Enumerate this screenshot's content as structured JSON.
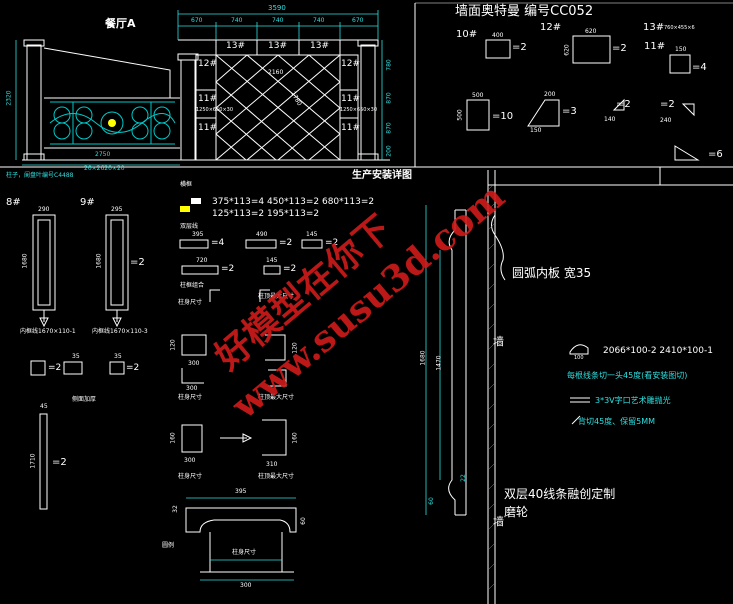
{
  "header": {
    "main_title": "墙面奥特曼 编号CC052",
    "hall_label": "餐厅A",
    "prod_title": "生产安装详图",
    "small_note": "柱子，阑盘叶编号C4488"
  },
  "dims_top": {
    "total": "3590",
    "segments": [
      "670",
      "740",
      "740",
      "740",
      "670"
    ],
    "balc": "2750",
    "balc_sub": "20×2620×20",
    "center_width": "2160",
    "diag": "1780",
    "side_h": [
      "780",
      "870",
      "870",
      "200"
    ],
    "left_h": "2320"
  },
  "elev_tags": {
    "top_row": [
      "13#",
      "13#",
      "13#"
    ],
    "left_col": [
      "12#",
      "11#",
      "11#"
    ],
    "right_col": [
      "12#",
      "11#",
      "11#"
    ],
    "left_note": "1250×650×30",
    "right_note": "1250×650×30"
  },
  "cat_top": {
    "n10": "10#",
    "n12": "12#",
    "n13": "13#",
    "n13_note": "760×455×6",
    "n11": "11#",
    "q10": "=2",
    "q12": "=2",
    "q13": "=4",
    "d400": "400",
    "d620": "620",
    "d620v": "620",
    "d150": "150",
    "d500": "500",
    "d500v": "500",
    "d200": "200",
    "d150b": "150",
    "q_a": "=10",
    "q_b": "=3",
    "q_c": "=2",
    "q_d": "=2",
    "q_e": "=6",
    "d240": "240",
    "d140": "140"
  },
  "panels": {
    "p8": "8#",
    "p9": "9#",
    "d290": "290",
    "d295": "295",
    "h1680": "1680",
    "h1680b": "1680",
    "q9": "=2",
    "cap8": "内框线1670×110-1",
    "cap9": "内框线1670×110-3",
    "d35a": "35",
    "d35b": "35",
    "q_s1": "=2",
    "q_s2": "=2",
    "small_caption": "侧面加厚",
    "d45": "45",
    "h1710": "1710",
    "q_long": "=2"
  },
  "prod_list": {
    "lbl_top": "横框",
    "line1": "375*113=4 450*113=2 680*113=2",
    "line2": "125*113=2 195*113=2",
    "lbl_double": "双层线",
    "d395": "395",
    "d490": "490",
    "d145": "145",
    "q1": "=4",
    "q2": "=2",
    "q3": "=2",
    "d720": "720",
    "d145b": "145",
    "q4": "=2",
    "q5": "=2",
    "lbl_combo": "柱框组合",
    "lbl_size1": "柱身尺寸",
    "lbl_size2": "柱顶最大尺寸",
    "lbl_size3": "柱身尺寸",
    "lbl_size4": "柱顶最大尺寸",
    "lbl_size5": "柱身尺寸",
    "lbl_size6": "柱顶最大尺寸",
    "d300a": "300",
    "d300b": "300",
    "d300c": "300",
    "d310": "310",
    "d120": "120",
    "d120b": "120",
    "d160": "160",
    "d160b": "160"
  },
  "bottom_profile": {
    "d395": "395",
    "d300": "300",
    "d32": "32",
    "d60": "60",
    "cap_label": "柱身尺寸",
    "left_lbl": "圆例"
  },
  "tall_profile": {
    "h1680": "1680",
    "h1470": "1470",
    "d60": "60",
    "d22": "22"
  },
  "right_notes": {
    "arc_board": "圆弧内板 宽35",
    "wall1": "墙",
    "wall2": "墙",
    "arc_count": "2066*100-2 2410*100-1",
    "d100": "100",
    "cut45": "每根线条切一头45度(看安装图切)",
    "groove": "3*3V字口艺术雕抛光",
    "back45": "背切45度、保留5MM",
    "double40": "双层40线条融创定制",
    "sander": "磨轮"
  },
  "watermark": {
    "cn": "好模型在你下",
    "url": "www.susu3d.com"
  },
  "colors": {
    "line_white": "#ffffff",
    "dim_cyan": "#2fe0e0",
    "grille_cyan": "#00c8c8",
    "watermark_red": "#d11b1b",
    "bg": "#000000"
  }
}
